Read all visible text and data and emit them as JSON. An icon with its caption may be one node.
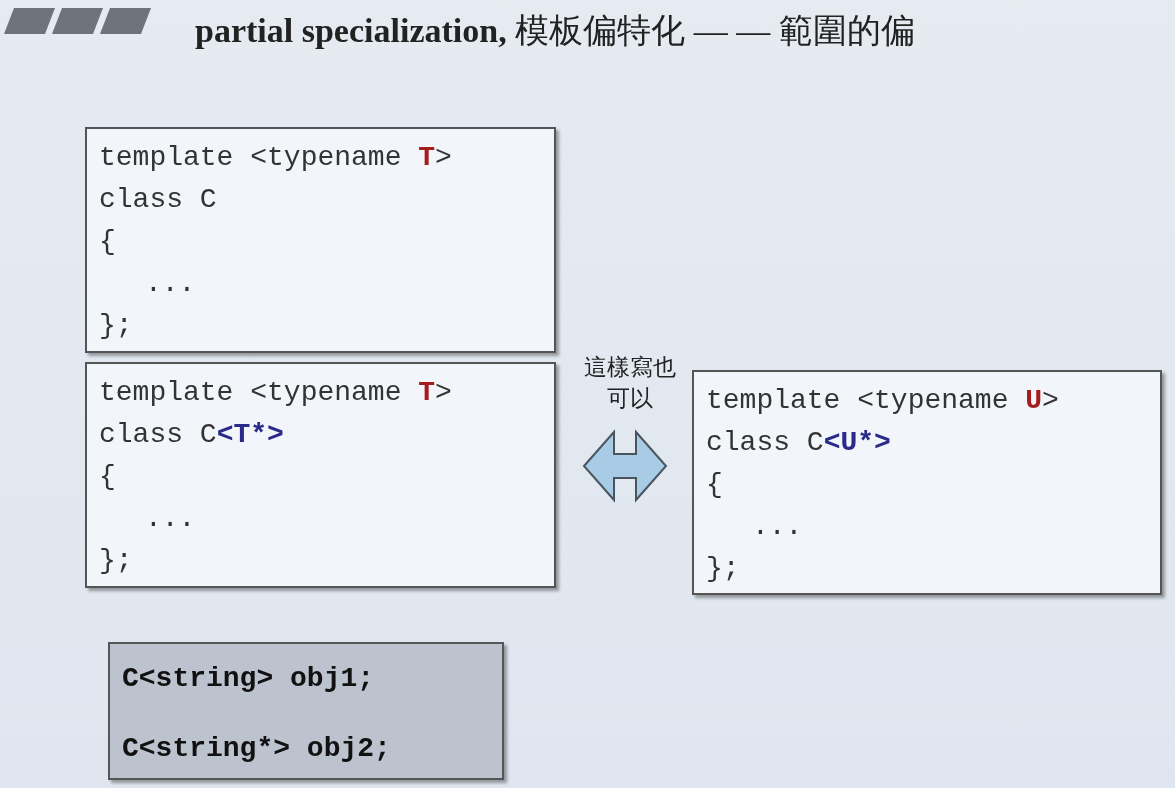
{
  "diagram": {
    "title": "**partial specialization,** 模板偏特化 — — 範圍的偏",
    "nodes": [
      {
        "text": [
          "template <typename **T**>",
          "class C",
          "{",
          "...",
          "};"
        ]
      },
      {
        "text": [
          "template <typename **T**>",
          "class C**<T*>**",
          "{",
          "...",
          "};"
        ]
      },
      {
        "text": [
          "template <typename **U**>",
          "class C**<U*>**",
          "{",
          "...",
          "};"
        ]
      },
      {
        "text": [
          "C<string> obj1;",
          "C<string*> obj2;"
        ]
      }
    ],
    "edges": [
      {
        "from": 1,
        "to": 2,
        "arrow": "both",
        "label": "這樣寫也可以"
      }
    ]
  }
}
